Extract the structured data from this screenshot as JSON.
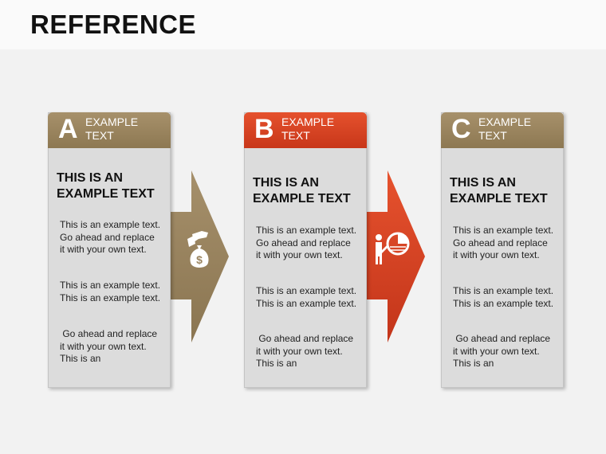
{
  "page": {
    "title": "REFERENCE"
  },
  "cards": [
    {
      "letter": "A",
      "header_label": "EXAMPLE TEXT",
      "heading": "THIS IS AN EXAMPLE TEXT",
      "paragraphs": [
        "This is an example text. Go ahead and replace it with your own text.",
        "This is an example text. This is an example text.",
        " Go ahead and replace it with your own text. This is an"
      ],
      "color": "#9b8560"
    },
    {
      "letter": "B",
      "header_label": "EXAMPLE TEXT",
      "heading": "THIS IS AN EXAMPLE TEXT",
      "paragraphs": [
        "This is an example text. Go ahead and replace it with your own text.",
        "This is an example text. This is an example text.",
        " Go ahead and replace it with your own text. This is an"
      ],
      "color": "#d6411f"
    },
    {
      "letter": "C",
      "header_label": "EXAMPLE TEXT",
      "heading": "THIS IS AN EXAMPLE TEXT",
      "paragraphs": [
        "This is an example text. Go ahead and replace it with your own text.",
        "This is an example text. This is an example text.",
        " Go ahead and replace it with your own text. This is an"
      ],
      "color": "#9b8560"
    }
  ],
  "arrows": [
    {
      "icon": "money-bag-hand-icon",
      "color": "#9b8560"
    },
    {
      "icon": "presenter-pie-chart-icon",
      "color": "#d6411f"
    }
  ]
}
